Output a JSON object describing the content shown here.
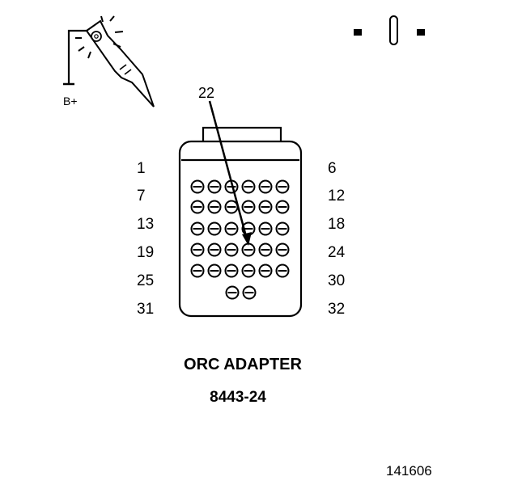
{
  "test_light": {
    "label": "B+"
  },
  "connector": {
    "callout": "22",
    "pin_labels": {
      "left": [
        "1",
        "7",
        "13",
        "19",
        "25",
        "31"
      ],
      "right": [
        "6",
        "12",
        "18",
        "24",
        "30",
        "32"
      ]
    }
  },
  "caption": {
    "name": "ORC ADAPTER",
    "part_number": "8443-24"
  },
  "figure_id": "141606"
}
